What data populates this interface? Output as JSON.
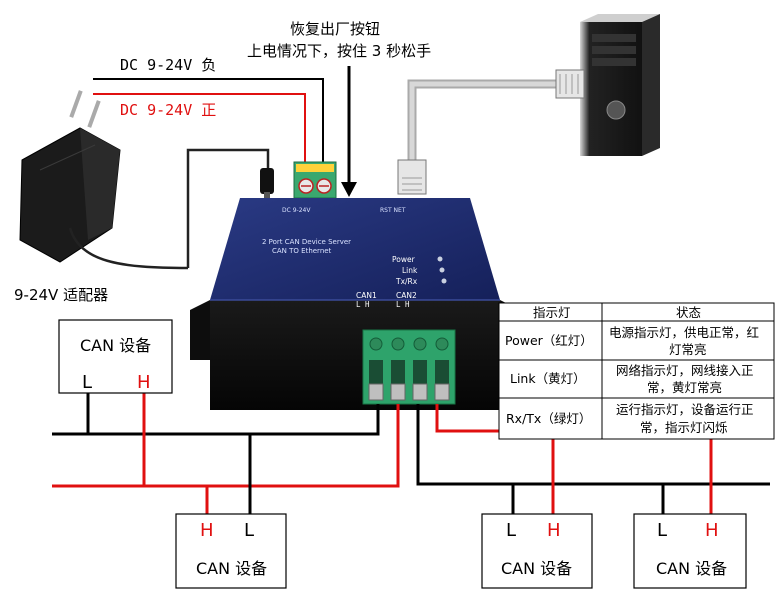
{
  "labels": {
    "restore_title": "恢复出厂按钮",
    "restore_desc": "上电情况下，按住 3 秒松手",
    "dc_negative": "DC 9-24V 负",
    "dc_positive": "DC 9-24V 正",
    "adapter": "9-24V 适配器"
  },
  "device": {
    "model_text": "2 Port CAN Device Server",
    "subtitle": "CAN TO Ethernet",
    "led_power": "Power",
    "led_link": "Link",
    "led_txrx": "Tx/Rx",
    "port1": "CAN1",
    "port2": "CAN2",
    "port1_pins": "L  H",
    "port2_pins": "L  H",
    "top_label_left": "DC 9-24V",
    "top_label_right": "RST   NET"
  },
  "can_devices": [
    {
      "title": "CAN 设备",
      "left": "L",
      "right": "H"
    },
    {
      "title": "CAN 设备",
      "left": "H",
      "right": "L"
    },
    {
      "title": "CAN 设备",
      "left": "L",
      "right": "H"
    },
    {
      "title": "CAN 设备",
      "left": "L",
      "right": "H"
    }
  ],
  "led_table": {
    "headers": [
      "指示灯",
      "状态"
    ],
    "rows": [
      {
        "name": "Power（红灯）",
        "desc1": "电源指示灯，供电正常，红",
        "desc2": "灯常亮"
      },
      {
        "name": "Link（黄灯）",
        "desc1": "网络指示灯，网线接入正",
        "desc2": "常，黄灯常亮"
      },
      {
        "name": "Rx/Tx（绿灯）",
        "desc1": "运行指示灯，设备运行正",
        "desc2": "常，指示灯闪烁"
      }
    ]
  },
  "colors": {
    "wire_red": "#e01010",
    "wire_black": "#000000",
    "device_blue": "#1d2a66",
    "terminal_green": "#2ea36b"
  }
}
